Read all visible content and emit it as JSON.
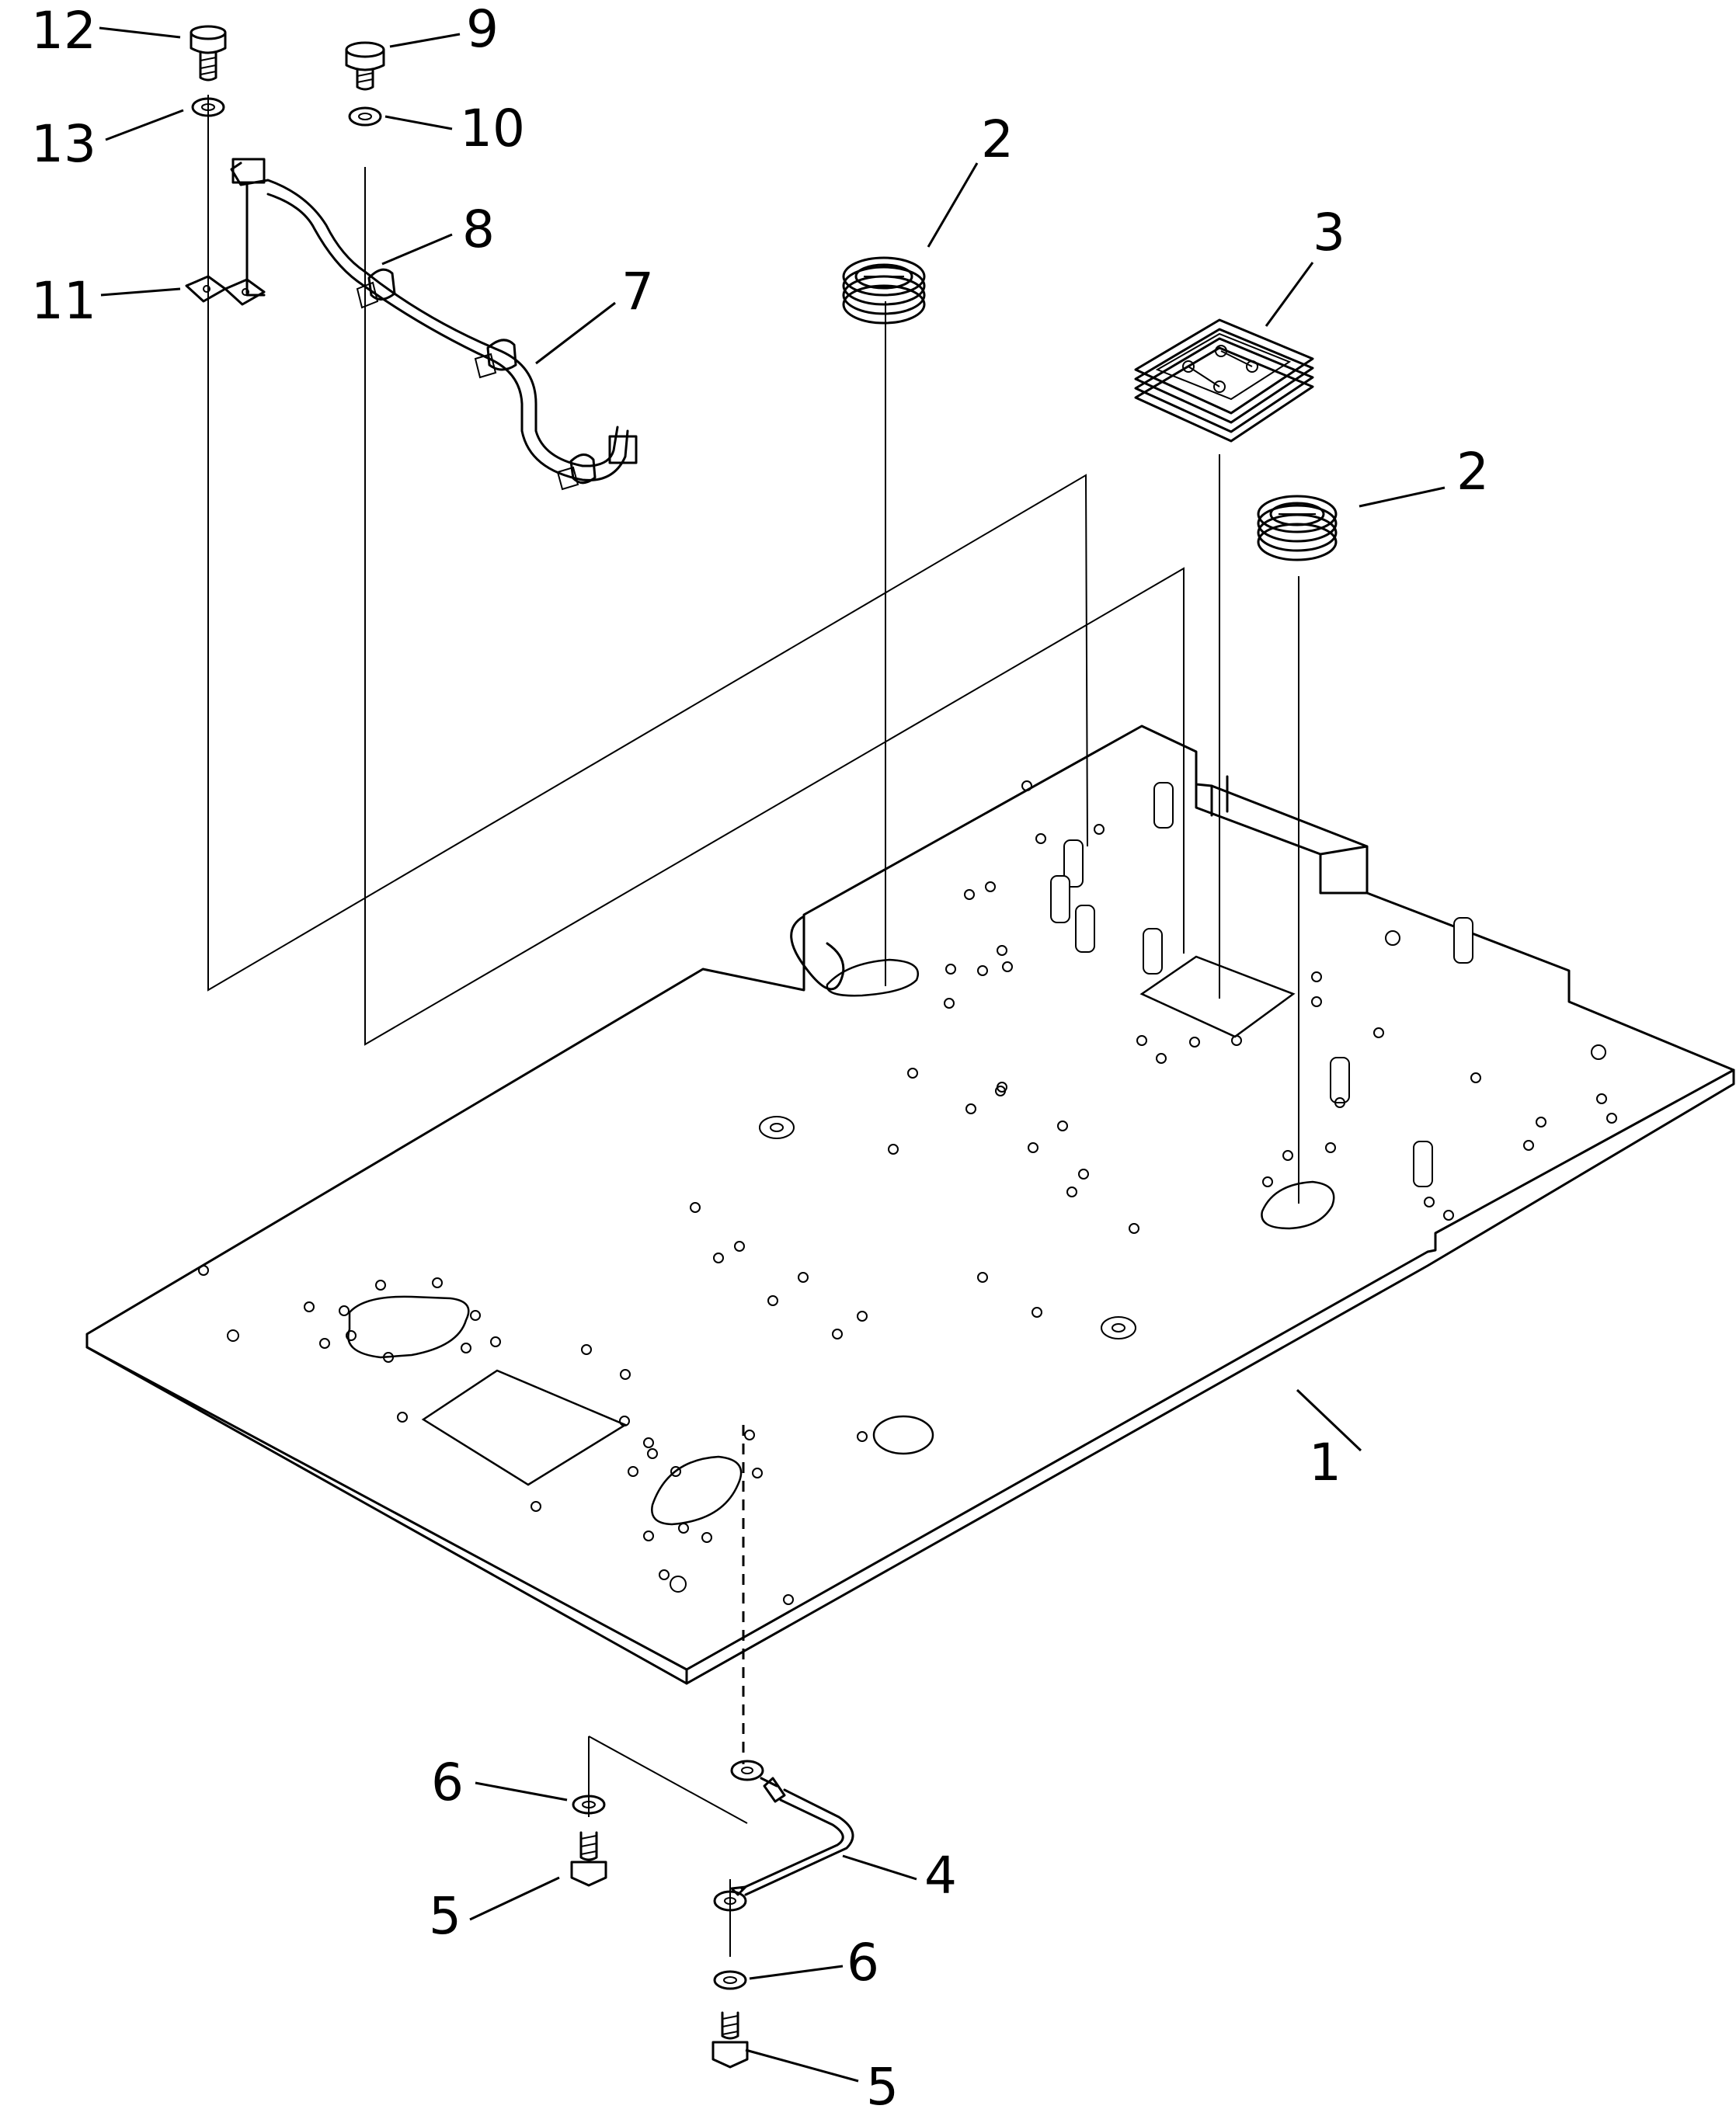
{
  "callouts": {
    "c1": "1",
    "c2a": "2",
    "c2b": "2",
    "c3": "3",
    "c4": "4",
    "c5a": "5",
    "c5b": "5",
    "c6a": "6",
    "c6b": "6",
    "c7": "7",
    "c8": "8",
    "c9": "9",
    "c10": "10",
    "c11": "11",
    "c12": "12",
    "c13": "13"
  },
  "colors": {
    "ink": "#000000",
    "paper": "#ffffff"
  }
}
